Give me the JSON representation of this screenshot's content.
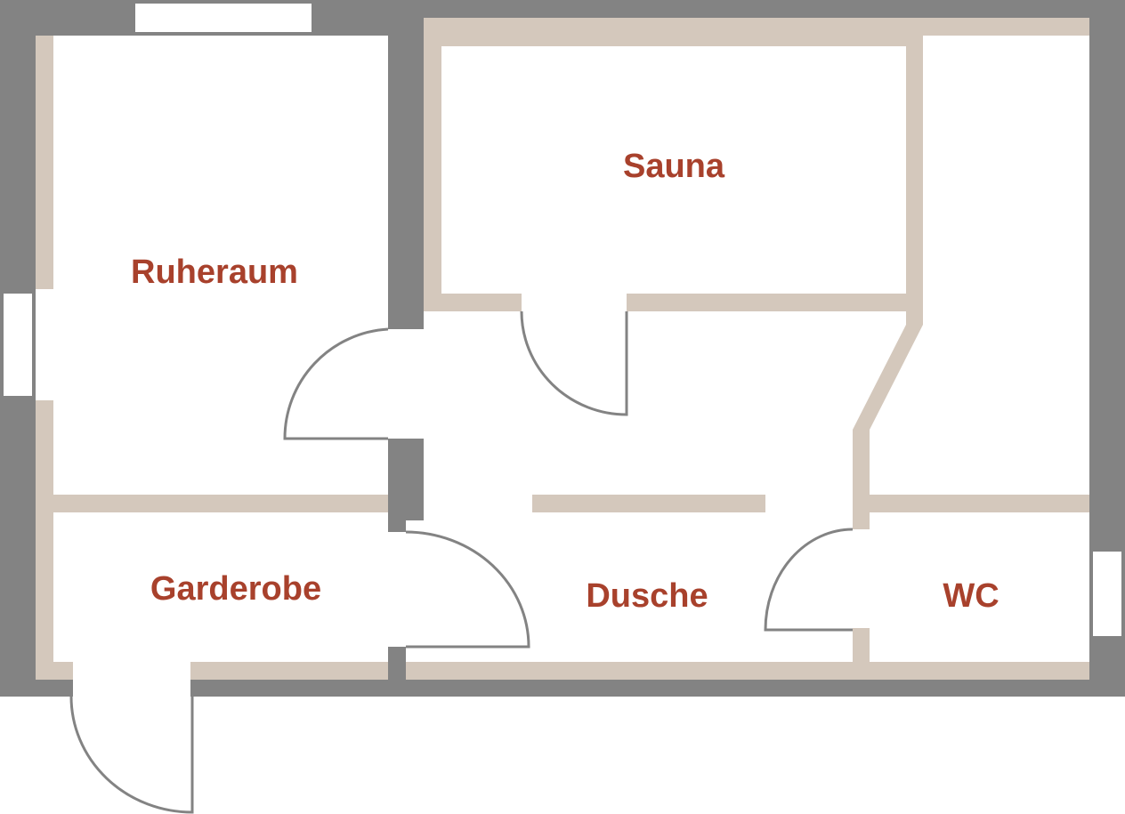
{
  "title": "Sauna floor plan",
  "colors": {
    "outer_wall": "#838383",
    "inner_wall": "#d4c8bc",
    "label": "#a8412c",
    "floor": "#ffffff",
    "door": "#838383"
  },
  "rooms": [
    {
      "id": "ruheraum",
      "label": "Ruheraum"
    },
    {
      "id": "sauna",
      "label": "Sauna"
    },
    {
      "id": "garderobe",
      "label": "Garderobe"
    },
    {
      "id": "dusche",
      "label": "Dusche"
    },
    {
      "id": "wc",
      "label": "WC"
    }
  ]
}
